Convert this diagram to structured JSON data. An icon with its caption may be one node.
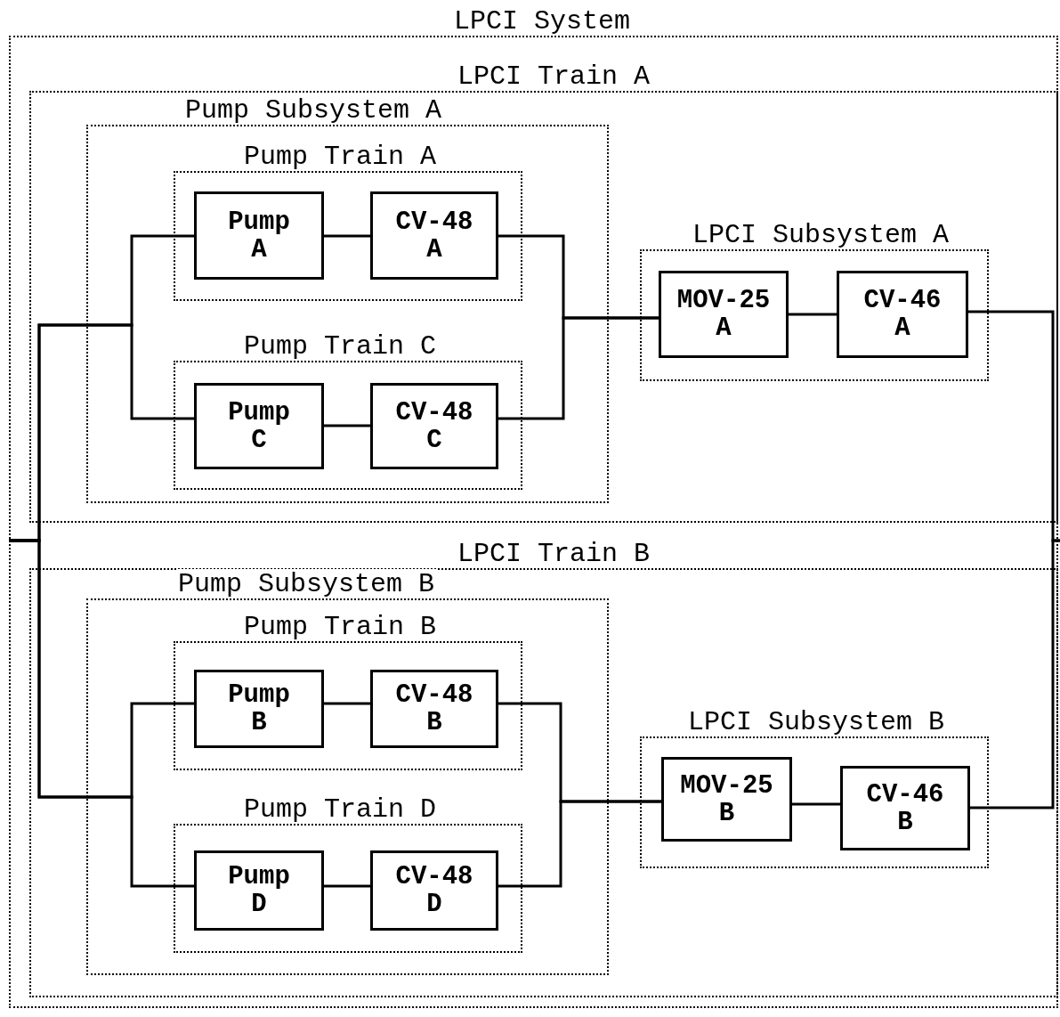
{
  "diagram": {
    "nodes": [
      {
        "text": [
          "LPCI System"
        ]
      },
      {
        "text": [
          "LPCI Train A"
        ],
        "in": 0
      },
      {
        "text": [
          "Pump Subsystem A"
        ],
        "in": 1
      },
      {
        "text": [
          "Pump Train A"
        ],
        "in": 2
      },
      {
        "text": [
          "Pump A"
        ],
        "in": 3
      },
      {
        "text": [
          "CV-48 A"
        ],
        "in": 3
      },
      {
        "text": [
          "Pump Train C"
        ],
        "in": 2
      },
      {
        "text": [
          "Pump C"
        ],
        "in": 6
      },
      {
        "text": [
          "CV-48 C"
        ],
        "in": 6
      },
      {
        "text": [
          "LPCI Subsystem A"
        ],
        "in": 1
      },
      {
        "text": [
          "MOV-25 A"
        ],
        "in": 9
      },
      {
        "text": [
          "CV-46 A"
        ],
        "in": 9
      },
      {
        "text": [
          "LPCI Train B"
        ],
        "in": 0
      },
      {
        "text": [
          "Pump Subsystem B"
        ],
        "in": 12
      },
      {
        "text": [
          "Pump Train B"
        ],
        "in": 13
      },
      {
        "text": [
          "Pump B"
        ],
        "in": 14
      },
      {
        "text": [
          "CV-48 B"
        ],
        "in": 14
      },
      {
        "text": [
          "Pump Train D"
        ],
        "in": 13
      },
      {
        "text": [
          "Pump D"
        ],
        "in": 17
      },
      {
        "text": [
          "CV-48 D"
        ],
        "in": 17
      },
      {
        "text": [
          "LPCI Subsystem B"
        ],
        "in": 12
      },
      {
        "text": [
          "MOV-25 B"
        ],
        "in": 20
      },
      {
        "text": [
          "CV-46 B"
        ],
        "in": 20
      }
    ],
    "edges": [
      {
        "from": null,
        "to": 4,
        "arrow": "none"
      },
      {
        "from": null,
        "to": 7,
        "arrow": "none"
      },
      {
        "from": null,
        "to": 15,
        "arrow": "none"
      },
      {
        "from": null,
        "to": 18,
        "arrow": "none"
      },
      {
        "from": 4,
        "to": 5,
        "arrow": "none"
      },
      {
        "from": 7,
        "to": 8,
        "arrow": "none"
      },
      {
        "from": 5,
        "to": 10,
        "arrow": "none"
      },
      {
        "from": 8,
        "to": 10,
        "arrow": "none"
      },
      {
        "from": 10,
        "to": 11,
        "arrow": "none"
      },
      {
        "from": 11,
        "to": null,
        "arrow": "none"
      },
      {
        "from": 15,
        "to": 16,
        "arrow": "none"
      },
      {
        "from": 18,
        "to": 19,
        "arrow": "none"
      },
      {
        "from": 16,
        "to": 21,
        "arrow": "none"
      },
      {
        "from": 19,
        "to": 21,
        "arrow": "none"
      },
      {
        "from": 21,
        "to": 22,
        "arrow": "none"
      },
      {
        "from": 22,
        "to": null,
        "arrow": "none"
      }
    ]
  }
}
